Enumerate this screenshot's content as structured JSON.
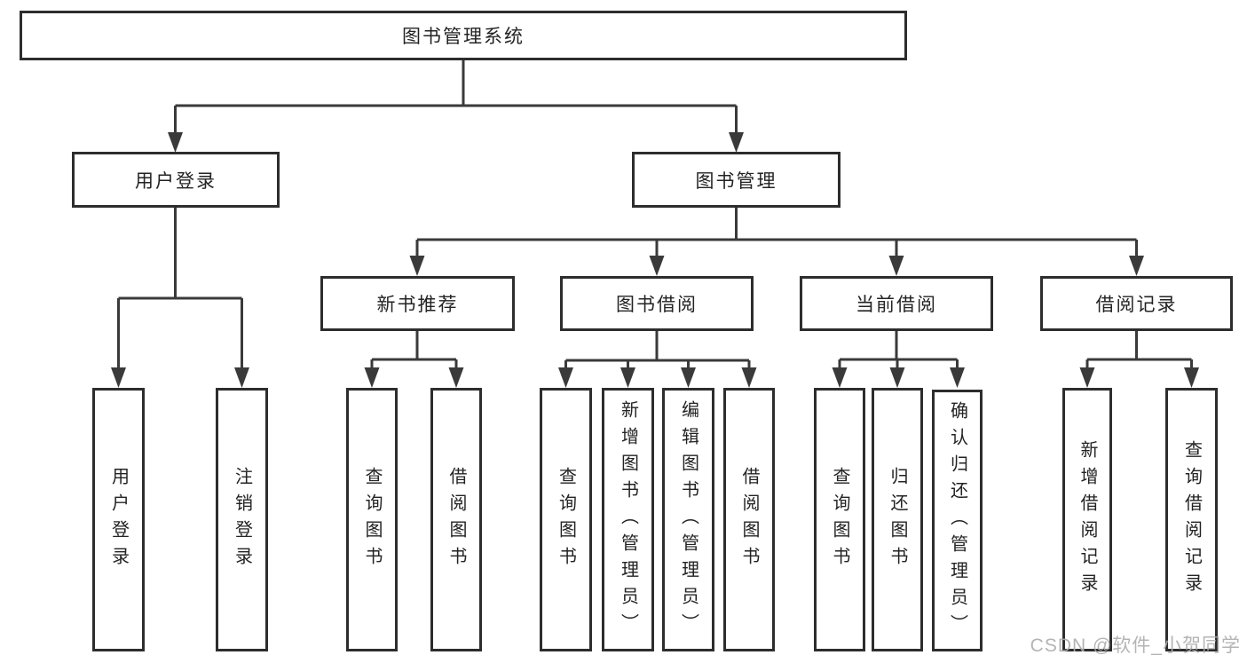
{
  "diagram": {
    "root": {
      "label": "图书管理系统"
    },
    "branches": [
      {
        "label": "用户登录",
        "children": [
          {
            "label": "用户登录"
          },
          {
            "label": "注销登录"
          }
        ]
      },
      {
        "label": "图书管理",
        "children": [
          {
            "label": "新书推荐",
            "children": [
              {
                "label": "查询图书"
              },
              {
                "label": "借阅图书"
              }
            ]
          },
          {
            "label": "图书借阅",
            "children": [
              {
                "label": "查询图书"
              },
              {
                "label": "新增图书（管理员）"
              },
              {
                "label": "编辑图书（管理员）"
              },
              {
                "label": "借阅图书"
              }
            ]
          },
          {
            "label": "当前借阅",
            "children": [
              {
                "label": "查询图书"
              },
              {
                "label": "归还图书"
              },
              {
                "label": "确认归还（管理员）"
              }
            ]
          },
          {
            "label": "借阅记录",
            "children": [
              {
                "label": "新增借阅记录"
              },
              {
                "label": "查询借阅记录"
              }
            ]
          }
        ]
      }
    ]
  },
  "watermark": "CSDN @软件_小贺同学",
  "colors": {
    "line": "#3a3a3a",
    "box_border": "#2d2d2d",
    "text": "#232323",
    "watermark": "#acacac",
    "background": "#ffffff"
  }
}
